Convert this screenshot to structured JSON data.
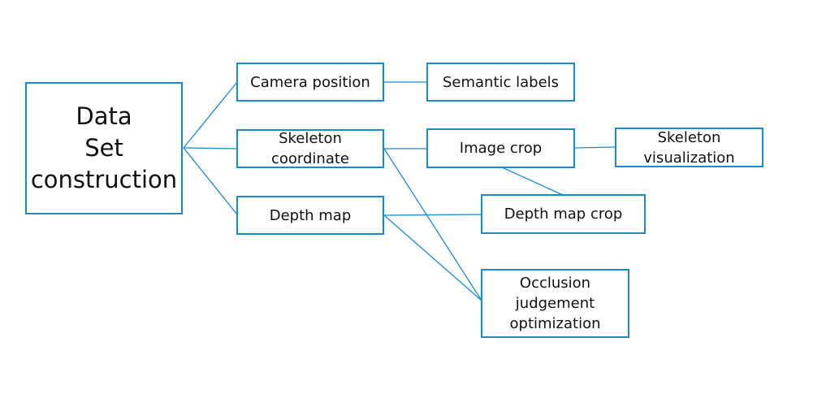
{
  "accent_color": "#1a8ad0",
  "nodes": {
    "data_set_construction": "Data\nSet\nconstruction",
    "camera_position": "Camera position",
    "skeleton_coordinate": "Skeleton\ncoordinate",
    "depth_map": "Depth map",
    "semantic_labels": "Semantic labels",
    "image_crop": "Image crop",
    "skeleton_visualization": "Skeleton\nvisualization",
    "depth_map_crop": "Depth map crop",
    "occlusion_judgement_optimization": "Occlusion\njudgement\noptimization"
  },
  "edges": [
    [
      "data_set_construction",
      "camera_position"
    ],
    [
      "data_set_construction",
      "skeleton_coordinate"
    ],
    [
      "data_set_construction",
      "depth_map"
    ],
    [
      "camera_position",
      "semantic_labels"
    ],
    [
      "skeleton_coordinate",
      "image_crop"
    ],
    [
      "skeleton_coordinate",
      "occlusion_judgement_optimization"
    ],
    [
      "depth_map",
      "depth_map_crop"
    ],
    [
      "depth_map",
      "occlusion_judgement_optimization"
    ],
    [
      "image_crop",
      "skeleton_visualization"
    ],
    [
      "image_crop",
      "depth_map_crop"
    ]
  ]
}
